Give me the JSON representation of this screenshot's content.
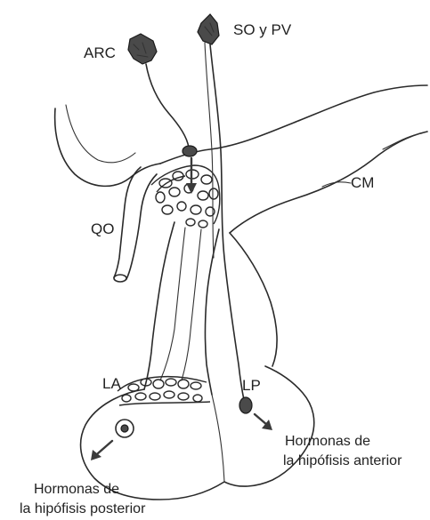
{
  "labels": {
    "arc": "ARC",
    "so_pv": "SO y PV",
    "cm": "CM",
    "qo": "QO",
    "la": "LA",
    "lp": "LP",
    "anterior_line1": "Hormonas de",
    "anterior_line2": "la hipófisis anterior",
    "posterior_line1": "Hormonas de",
    "posterior_line2": "la hipófisis posterior"
  }
}
